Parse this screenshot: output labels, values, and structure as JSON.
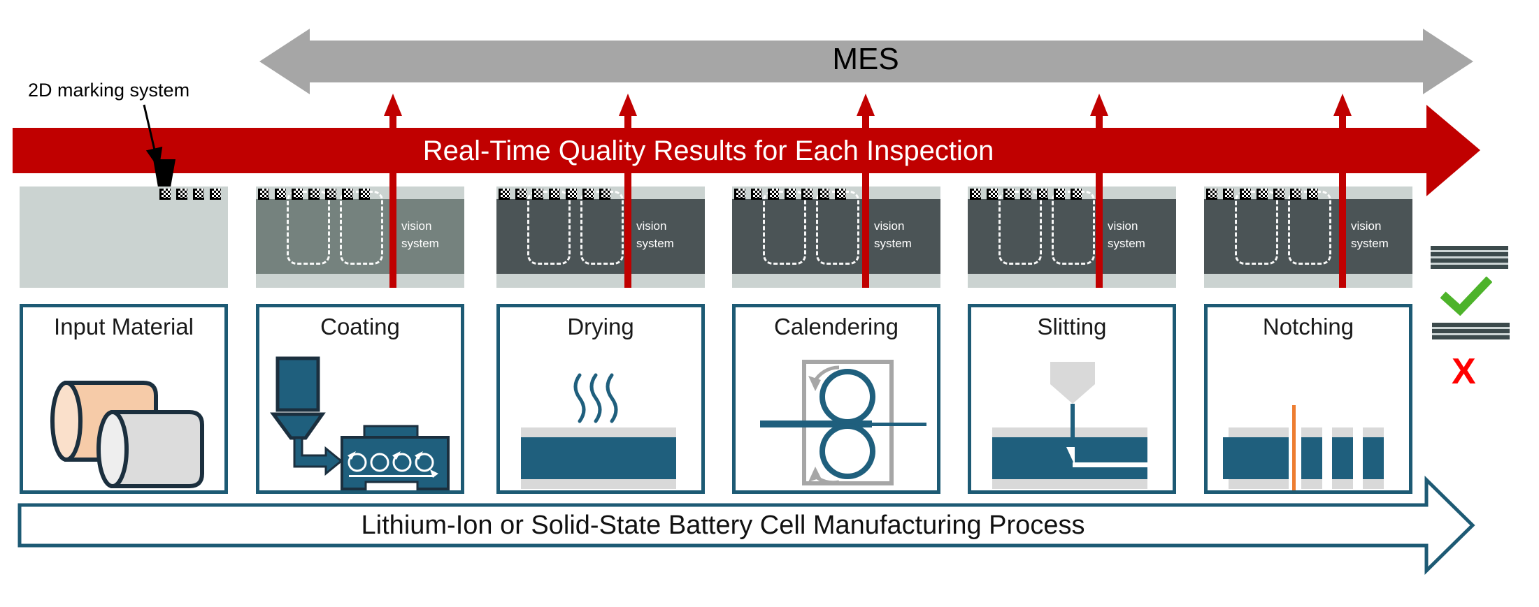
{
  "annotation": {
    "label": "2D marking system"
  },
  "mes_arrow": {
    "label": "MES"
  },
  "quality_banner": {
    "label": "Real-Time Quality Results for Each Inspection"
  },
  "vision": {
    "line1": "vision",
    "line2": "system"
  },
  "stations": [
    {
      "name": "Input Material"
    },
    {
      "name": "Coating"
    },
    {
      "name": "Drying"
    },
    {
      "name": "Calendering"
    },
    {
      "name": "Slitting"
    },
    {
      "name": "Notching"
    }
  ],
  "process_banner": {
    "label": "Lithium-Ion or Solid-State Battery Cell Manufacturing Process"
  },
  "legend": {
    "pass_icon": "green-checkmark",
    "fail_label": "X"
  },
  "colors": {
    "banner_red": "#C00000",
    "mes_gray": "#A6A6A6",
    "teal_dark": "#1D5A74",
    "teal_fill": "#1F5F7D",
    "strip_light": "#CBD3D1",
    "strip_dark": "#4B5456",
    "strip_coating": "#75827E",
    "slab_gray": "#D9D9D9",
    "roll_peach": "#F6CBA8",
    "roll_peach_end": "#FAE0CB",
    "roll_gray": "#DCDCDC",
    "roll_gray_end": "#EEEEEE",
    "outline_navy": "#1B2F3E",
    "check_green": "#4DB32A",
    "cross_red": "#FF0000",
    "notch_orange": "#ED7D31",
    "sheet_dark": "#3C4A4C",
    "sheet_light": "#CDD5D5",
    "text_black": "#000000",
    "text_white": "#FFFFFF"
  }
}
